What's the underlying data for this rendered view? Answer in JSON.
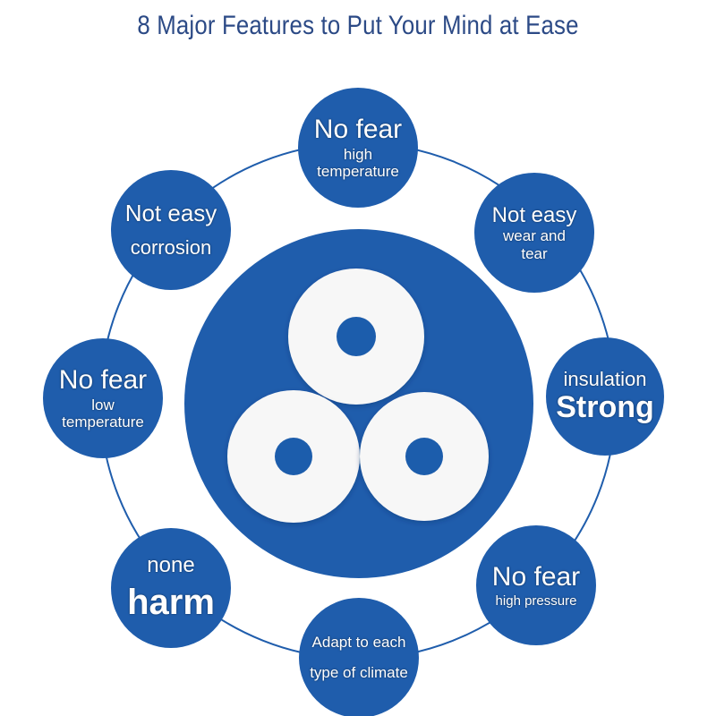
{
  "title": "8 Major Features to Put Your Mind at Ease",
  "colors": {
    "badge": "#1f5dac",
    "title": "#2c4a86",
    "ring": "#1f5dac",
    "washer": "#ffffff"
  },
  "features": [
    {
      "line1": "No fear",
      "line2": "high",
      "line3": "temperature"
    },
    {
      "line1": "Not easy",
      "line2": "wear and",
      "line3": "tear"
    },
    {
      "line1": "insulation",
      "line2": "Strong"
    },
    {
      "line1": "No fear",
      "line2": "high pressure"
    },
    {
      "line1": "Adapt to each",
      "line2": "type of climate"
    },
    {
      "line1": "none",
      "line2": "harm"
    },
    {
      "line1": "No fear",
      "line2": "low",
      "line3": "temperature"
    },
    {
      "line1": "Not easy",
      "line2": "corrosion"
    }
  ],
  "product_image": "three-white-washers"
}
